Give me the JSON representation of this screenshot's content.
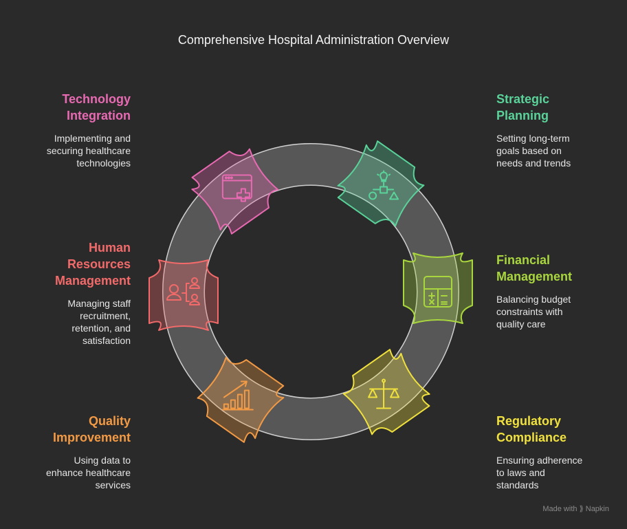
{
  "title": "Comprehensive Hospital Administration Overview",
  "footer": {
    "prefix": "Made with",
    "brand": "Napkin"
  },
  "stages": [
    {
      "title": "Strategic\nPlanning",
      "description": "Setting long-term\ngoals based on\nneeds and trends",
      "color": "#5ad39a",
      "icon": "lightbulb-org-chart-icon"
    },
    {
      "title": "Financial\nManagement",
      "description": "Balancing budget\nconstraints with\nquality care",
      "color": "#a9d63e",
      "icon": "calculator-icon"
    },
    {
      "title": "Regulatory\nCompliance",
      "description": "Ensuring adherence\nto laws and\nstandards",
      "color": "#f0e13e",
      "icon": "scales-icon"
    },
    {
      "title": "Quality\nImprovement",
      "description": "Using data to\nenhance healthcare\nservices",
      "color": "#f39a45",
      "icon": "bar-chart-growth-icon"
    },
    {
      "title": "Human\nResources\nManagement",
      "description": "Managing staff\nrecruitment,\nretention, and\nsatisfaction",
      "color": "#f26a6a",
      "icon": "people-hierarchy-icon"
    },
    {
      "title": "Technology\nIntegration",
      "description": "Implementing and\nsecuring healthcare\ntechnologies",
      "color": "#e86ab2",
      "icon": "browser-medical-cross-icon"
    }
  ]
}
